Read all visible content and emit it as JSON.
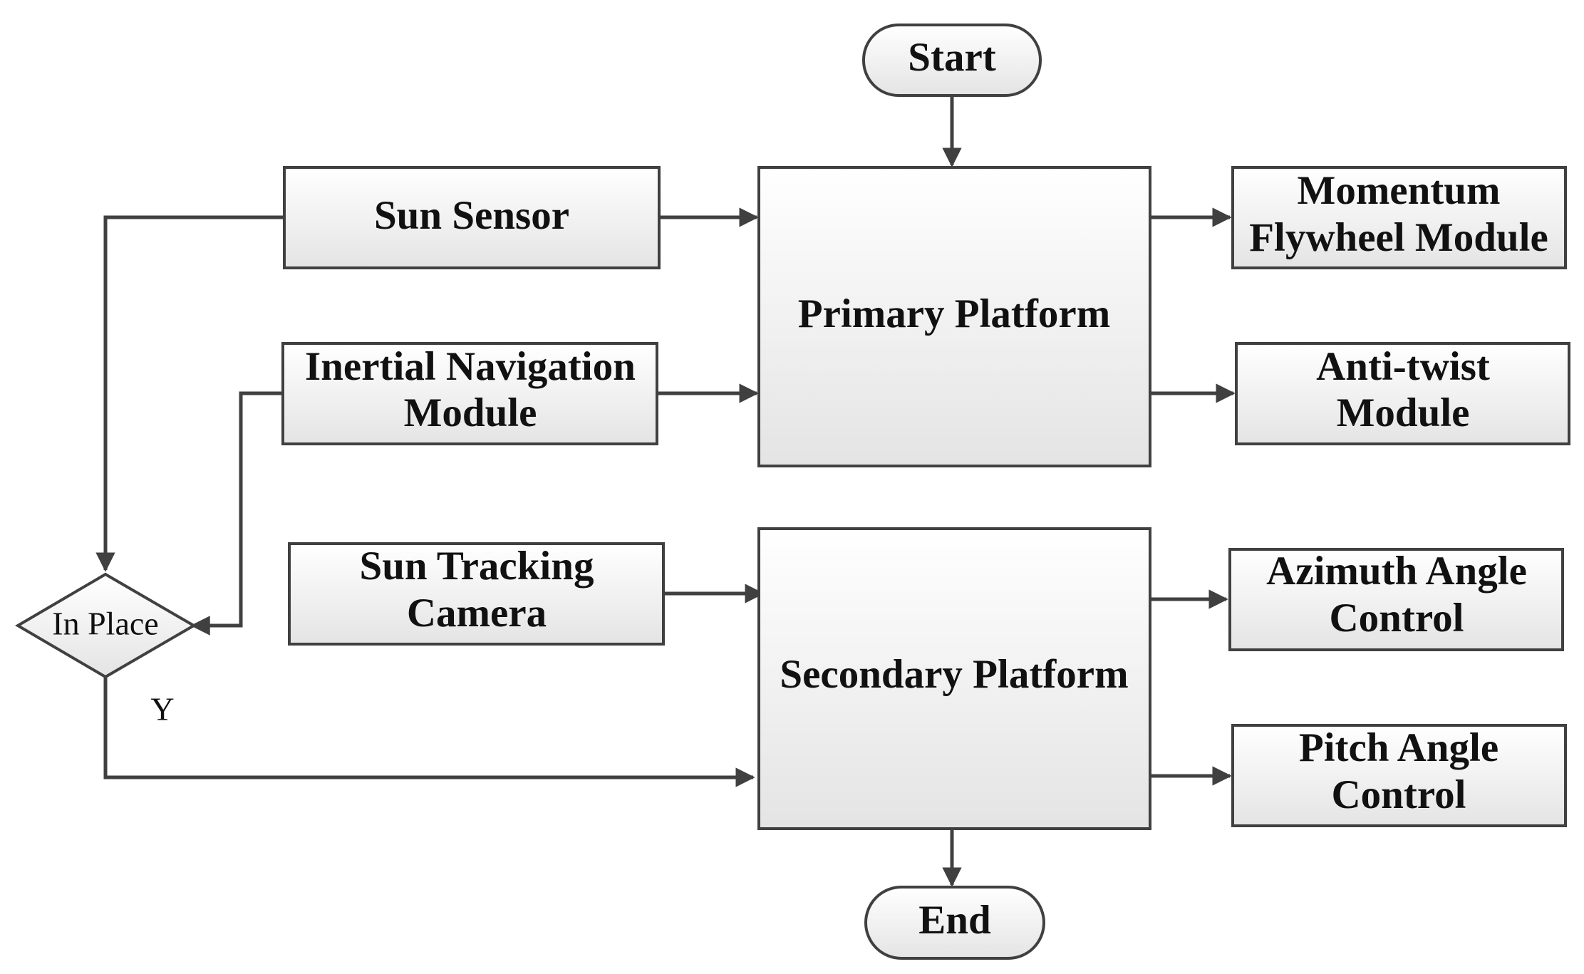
{
  "nodes": {
    "start": "Start",
    "end": "End",
    "sun_sensor": "Sun Sensor",
    "inertial_nav": [
      "Inertial Navigation",
      "Module"
    ],
    "sun_camera": [
      "Sun Tracking",
      "Camera"
    ],
    "primary": "Primary Platform",
    "secondary": "Secondary Platform",
    "momentum": [
      "Momentum",
      "Flywheel Module"
    ],
    "antitwist": [
      "Anti-twist",
      "Module"
    ],
    "azimuth": [
      "Azimuth Angle",
      "Control"
    ],
    "pitch": [
      "Pitch Angle",
      "Control"
    ],
    "decision": "In Place",
    "decision_yes": "Y"
  },
  "colors": {
    "stroke": "#404040",
    "fill_top": "#ffffff",
    "fill_bottom": "#e6e6e6"
  }
}
